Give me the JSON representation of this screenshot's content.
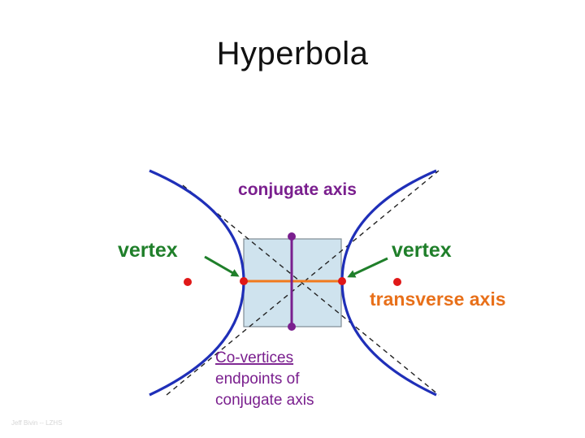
{
  "title": "Hyperbola",
  "labels": {
    "conjugate_axis": "conjugate axis",
    "vertex_left": "vertex",
    "vertex_right": "vertex",
    "transverse_axis": "transverse axis",
    "covertices_heading": "Co-vertices",
    "covertices_line2": "endpoints of",
    "covertices_line3": "conjugate axis"
  },
  "footer": "Jeff Bivin -- LZHS",
  "colors": {
    "hyperbola": "#1f2fb8",
    "asymptote": "#222222",
    "rectangle_fill": "#cfe3ee",
    "rectangle_stroke": "#7f8c94",
    "transverse_axis": "#f07a1d",
    "conjugate_axis": "#7a1f8e",
    "vertex_label": "#1f7f2a",
    "transverse_label": "#e8701a",
    "conjugate_label": "#7a1f8e",
    "point_red": "#e01818"
  }
}
